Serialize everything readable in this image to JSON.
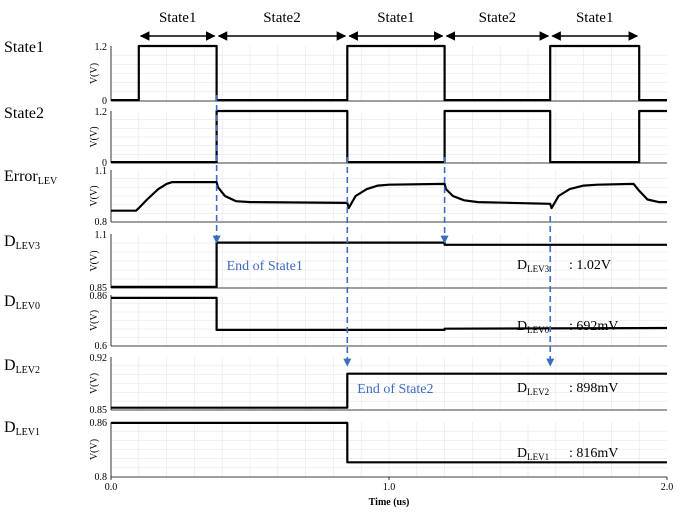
{
  "chart_data": {
    "type": "line",
    "xlabel": "Time (us)",
    "xlim": [
      0.0,
      2.0
    ],
    "x_ticks": [
      "0.0",
      "1.0",
      "2.0"
    ],
    "ylabel": "V(V)",
    "grid": true,
    "state_bar": [
      {
        "label": "State1",
        "start": 0.1,
        "end": 0.38
      },
      {
        "label": "State2",
        "start": 0.38,
        "end": 0.85
      },
      {
        "label": "State1",
        "start": 0.85,
        "end": 1.2
      },
      {
        "label": "State2",
        "start": 1.2,
        "end": 1.58
      },
      {
        "label": "State1",
        "start": 1.58,
        "end": 1.9
      }
    ],
    "panels": [
      {
        "name": "State1",
        "sub": "",
        "ymin_label": "0",
        "ymax_label": "1.2",
        "ylim": [
          0,
          1.2
        ],
        "points": [
          [
            0,
            0.02
          ],
          [
            0.1,
            0.02
          ],
          [
            0.1,
            1.2
          ],
          [
            0.38,
            1.2
          ],
          [
            0.38,
            0.02
          ],
          [
            0.85,
            0.02
          ],
          [
            0.85,
            1.2
          ],
          [
            1.2,
            1.2
          ],
          [
            1.2,
            0.02
          ],
          [
            1.58,
            0.02
          ],
          [
            1.58,
            1.2
          ],
          [
            1.9,
            1.2
          ],
          [
            1.9,
            0.02
          ],
          [
            2.0,
            0.02
          ]
        ]
      },
      {
        "name": "State2",
        "sub": "",
        "ymin_label": "0",
        "ymax_label": "1.2",
        "ylim": [
          0,
          1.2
        ],
        "points": [
          [
            0,
            0.02
          ],
          [
            0.38,
            0.02
          ],
          [
            0.38,
            1.2
          ],
          [
            0.85,
            1.2
          ],
          [
            0.85,
            0.02
          ],
          [
            1.2,
            0.02
          ],
          [
            1.2,
            1.2
          ],
          [
            1.58,
            1.2
          ],
          [
            1.58,
            0.02
          ],
          [
            1.9,
            0.02
          ],
          [
            1.9,
            1.2
          ],
          [
            2.0,
            1.2
          ]
        ]
      },
      {
        "name": "Error",
        "sub": "LEV",
        "ymin_label": "0.8",
        "ymax_label": "1.1",
        "ylim": [
          0.8,
          1.1
        ],
        "points": [
          [
            0,
            0.865
          ],
          [
            0.09,
            0.865
          ],
          [
            0.1,
            0.88
          ],
          [
            0.13,
            0.93
          ],
          [
            0.17,
            0.99
          ],
          [
            0.2,
            1.02
          ],
          [
            0.22,
            1.03
          ],
          [
            0.38,
            1.03
          ],
          [
            0.385,
            1.0
          ],
          [
            0.41,
            0.95
          ],
          [
            0.45,
            0.92
          ],
          [
            0.5,
            0.915
          ],
          [
            0.85,
            0.91
          ],
          [
            0.855,
            0.88
          ],
          [
            0.88,
            0.95
          ],
          [
            0.92,
            0.99
          ],
          [
            0.96,
            1.01
          ],
          [
            1.0,
            1.015
          ],
          [
            1.2,
            1.02
          ],
          [
            1.205,
            0.99
          ],
          [
            1.23,
            0.95
          ],
          [
            1.27,
            0.925
          ],
          [
            1.32,
            0.915
          ],
          [
            1.58,
            0.905
          ],
          [
            1.585,
            0.88
          ],
          [
            1.61,
            0.95
          ],
          [
            1.65,
            0.99
          ],
          [
            1.7,
            1.01
          ],
          [
            1.75,
            1.015
          ],
          [
            1.88,
            1.02
          ],
          [
            1.9,
            0.98
          ],
          [
            1.93,
            0.93
          ],
          [
            1.97,
            0.915
          ],
          [
            2.0,
            0.915
          ]
        ]
      },
      {
        "name": "D",
        "sub": "LEV3",
        "ymin_label": "0.85",
        "ymax_label": "1.1",
        "ylim": [
          0.85,
          1.1
        ],
        "points": [
          [
            0,
            0.855
          ],
          [
            0.38,
            0.855
          ],
          [
            0.38,
            1.06
          ],
          [
            1.2,
            1.06
          ],
          [
            1.2,
            1.05
          ],
          [
            2.0,
            1.05
          ]
        ]
      },
      {
        "name": "D",
        "sub": "LEV0",
        "ymin_label": "0.6",
        "ymax_label": "0.86",
        "ylim": [
          0.6,
          0.86
        ],
        "points": [
          [
            0,
            0.845
          ],
          [
            0.38,
            0.845
          ],
          [
            0.38,
            0.682
          ],
          [
            1.2,
            0.682
          ],
          [
            1.2,
            0.688
          ],
          [
            2.0,
            0.692
          ]
        ]
      },
      {
        "name": "D",
        "sub": "LEV2",
        "ymin_label": "0.85",
        "ymax_label": "0.92",
        "ylim": [
          0.85,
          0.92
        ],
        "points": [
          [
            0,
            0.853
          ],
          [
            0.85,
            0.853
          ],
          [
            0.85,
            0.898
          ],
          [
            2.0,
            0.898
          ]
        ]
      },
      {
        "name": "D",
        "sub": "LEV1",
        "ymin_label": "0.8",
        "ymax_label": "0.86",
        "ylim": [
          0.8,
          0.86
        ],
        "points": [
          [
            0,
            0.859
          ],
          [
            0.85,
            0.859
          ],
          [
            0.85,
            0.816
          ],
          [
            2.0,
            0.816
          ]
        ]
      }
    ],
    "annotations": [
      {
        "text": "End of State1",
        "x": 0.38,
        "panel": 3
      },
      {
        "text": "End of State2",
        "x": 0.85,
        "panel": 5
      }
    ],
    "markers": [
      {
        "x": 0.38,
        "from_panel": 0,
        "to_panel": 3
      },
      {
        "x": 0.85,
        "from_panel": 1,
        "to_panel": 5
      },
      {
        "x": 1.2,
        "from_panel": 1,
        "to_panel": 3
      },
      {
        "x": 1.58,
        "from_panel": 2,
        "to_panel": 5
      }
    ],
    "value_labels": [
      {
        "name": "D",
        "sub": "LEV3",
        "value": ": 1.02V",
        "panel": 3
      },
      {
        "name": "D",
        "sub": "LEV0",
        "value": ": 692mV",
        "panel": 4
      },
      {
        "name": "D",
        "sub": "LEV2",
        "value": ": 898mV",
        "panel": 5
      },
      {
        "name": "D",
        "sub": "LEV1",
        "value": ": 816mV",
        "panel": 6
      }
    ]
  }
}
